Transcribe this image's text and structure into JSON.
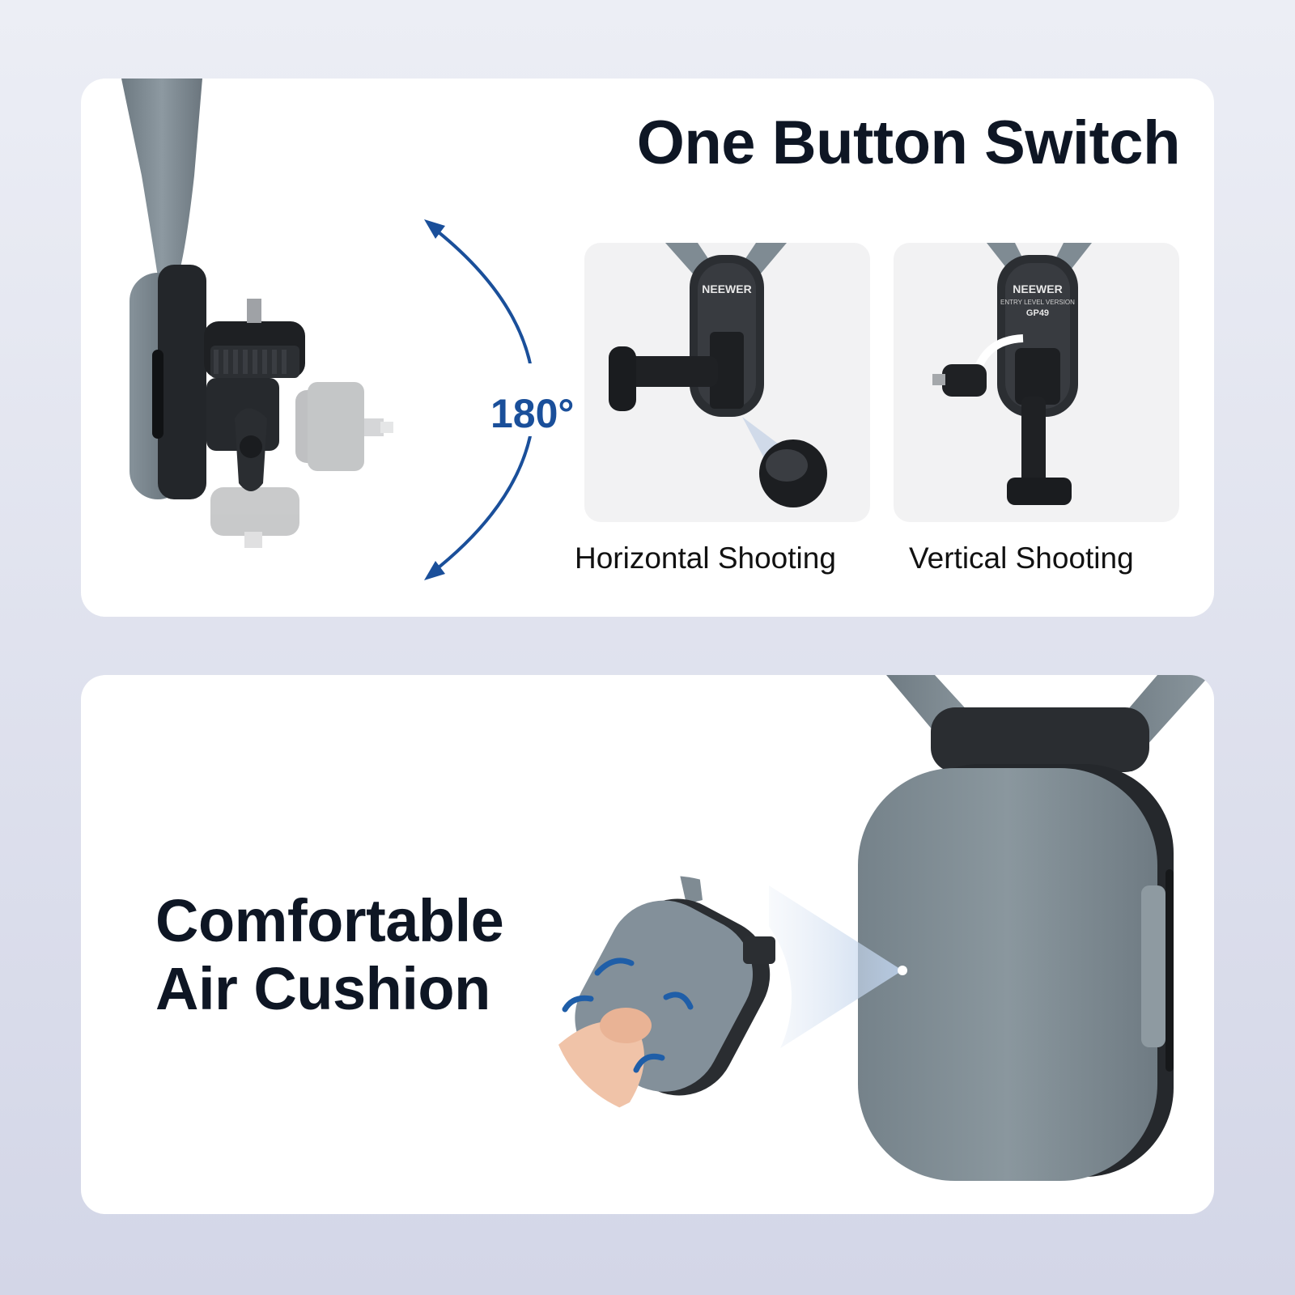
{
  "section_top": {
    "title": "One Button Switch",
    "rotation_label": "180°",
    "captions": {
      "horizontal": "Horizontal Shooting",
      "vertical": "Vertical Shooting"
    },
    "mount_branding": {
      "brand": "NEEWER",
      "subline": "ENTRY LEVEL VERSION",
      "model": "GP49"
    }
  },
  "section_bottom": {
    "title_line1": "Comfortable",
    "title_line2": "Air Cushion"
  },
  "colors": {
    "accent_blue": "#1a4f9a",
    "strap_gray": "#7f8b93",
    "body_dark": "#222427",
    "background_top": "#eceef5",
    "background_bottom": "#d3d6e7"
  },
  "icons": [
    "rotation-arc-icon",
    "squeeze-arrows-icon"
  ]
}
